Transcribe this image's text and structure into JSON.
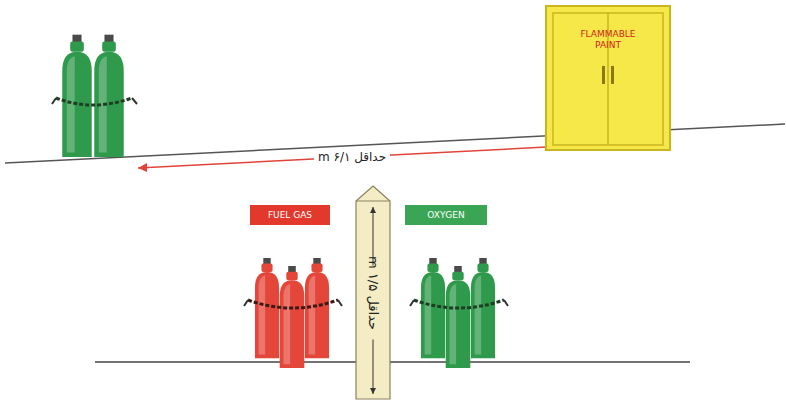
{
  "diagram": {
    "nodes": [
      {
        "text": [
          "FLAMMABLE PAINT"
        ]
      },
      {
        "text": [
          "FUEL GAS"
        ]
      },
      {
        "text": [
          "حداقل ۱/۵ m"
        ]
      },
      {
        "text": [
          "OXYGEN"
        ]
      }
    ],
    "labels": [
      "حداقل ۶/۱ m"
    ]
  }
}
